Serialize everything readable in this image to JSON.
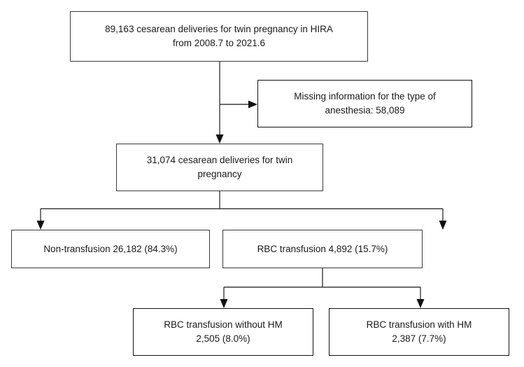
{
  "diagram": {
    "type": "flowchart",
    "title_text_present": false,
    "background_color": "#ffffff",
    "box_border_color": "#3a3a3a",
    "connector_color": "#3c3c3c",
    "text_color": "#1a1a1a"
  },
  "nodes": {
    "cohort_source": {
      "line1": "89,163 cesarean deliveries for twin pregnancy in HIRA",
      "line2": "from 2008.7 to 2021.6",
      "text": "89,163 cesarean deliveries for twin pregnancy in HIRA\nfrom 2008.7 to 2021.6",
      "count": "89,163",
      "period": "2008.7 to 2021.6",
      "registry": "HIRA"
    },
    "excluded_missing": {
      "line1": "Missing information for the type of",
      "line2": "anesthesia: 58,089",
      "text": "Missing information for the type of\nanesthesia: 58,089",
      "count": "58,089"
    },
    "analysis_cohort": {
      "line1": "31,074 cesarean deliveries for twin",
      "line2": "pregnancy",
      "text": "31,074 cesarean deliveries for twin\npregnancy",
      "count": "31,074"
    },
    "non_transfusion": {
      "text": "Non-transfusion 26,182 (84.3%)",
      "count": "26,182",
      "percent": "84.3%"
    },
    "rbc_transfusion": {
      "text": "RBC transfusion 4,892 (15.7%)",
      "count": "4,892",
      "percent": "15.7%"
    },
    "rbc_without_hm": {
      "line1": "RBC transfusion without HM",
      "line2": "2,505 (8.0%)",
      "text": "RBC transfusion without HM\n2,505 (8.0%)",
      "count": "2,505",
      "percent": "8.0%"
    },
    "rbc_with_hm": {
      "line1": "RBC transfusion with HM",
      "line2": "2,387 (7.7%)",
      "text": "RBC transfusion with HM\n2,387 (7.7%)",
      "count": "2,387",
      "percent": "7.7%"
    }
  }
}
